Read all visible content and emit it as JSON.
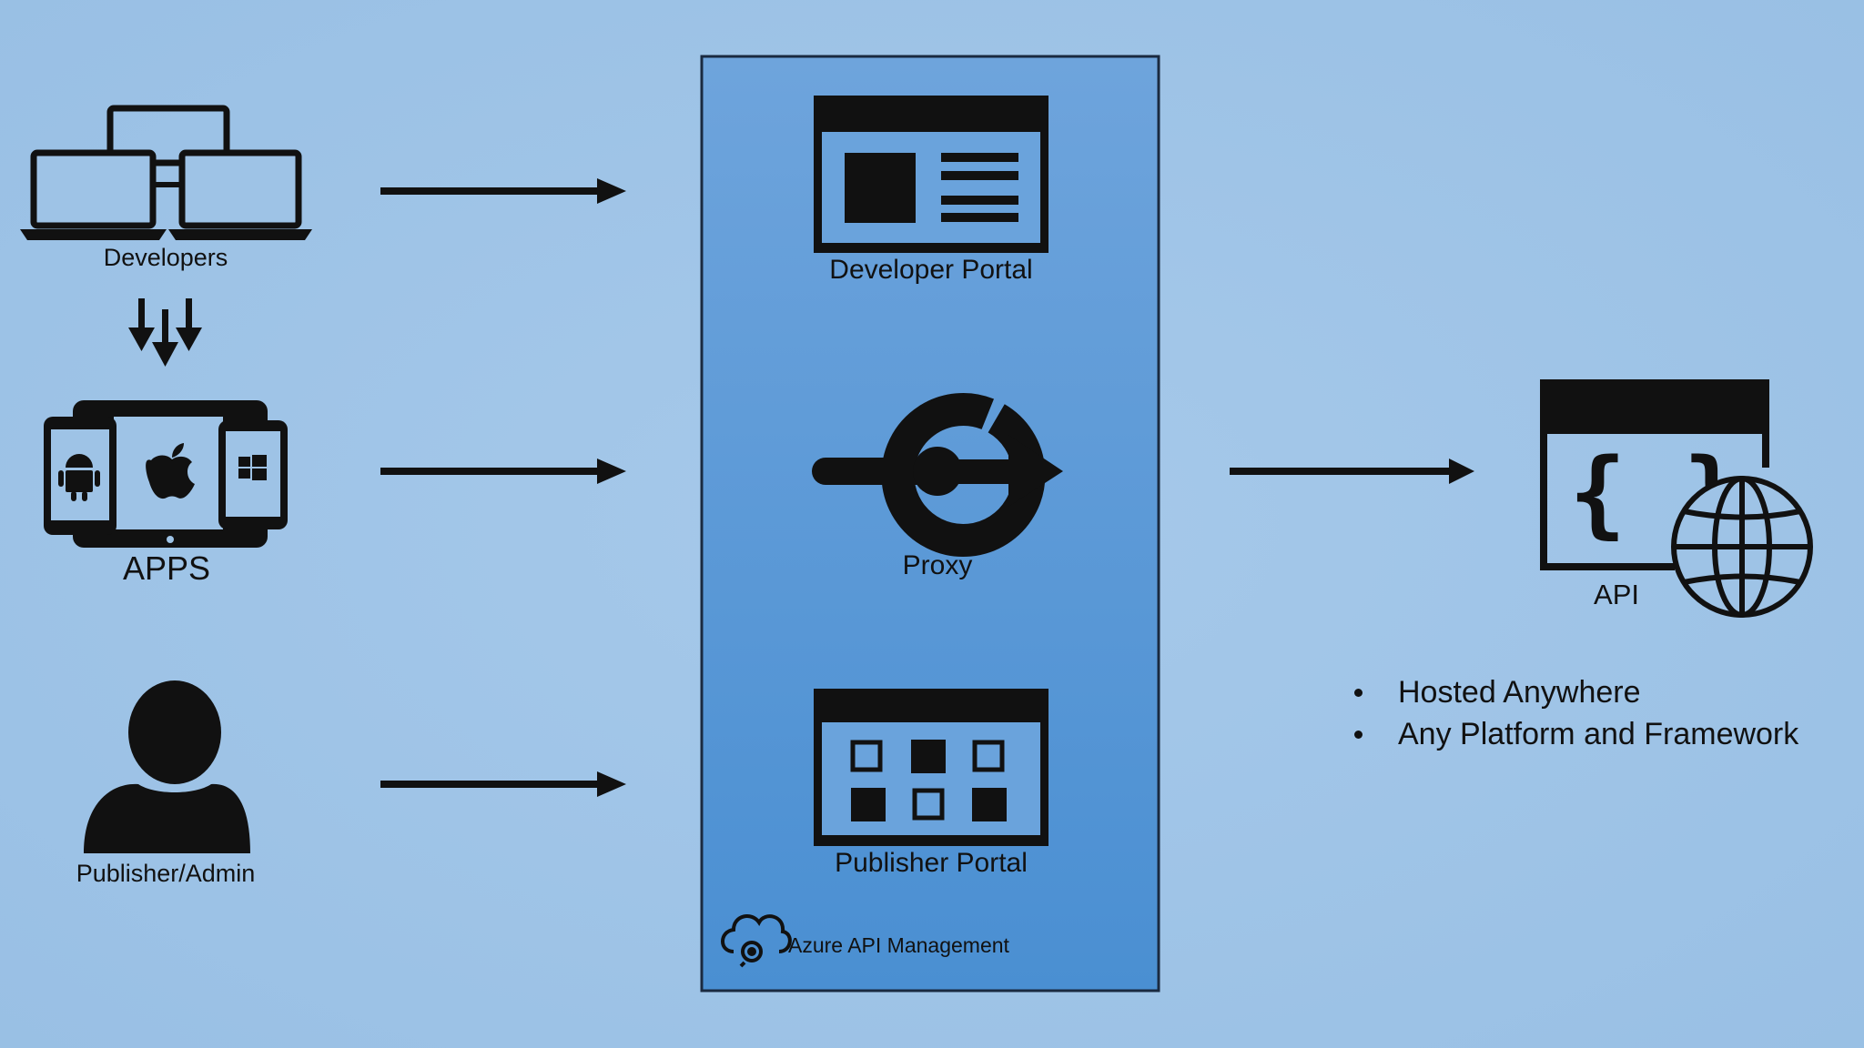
{
  "actors": {
    "developers_label": "Developers",
    "apps_label": "APPS",
    "publisher_label": "Publisher/Admin"
  },
  "apim": {
    "developer_portal_label": "Developer Portal",
    "proxy_label": "Proxy",
    "publisher_portal_label": "Publisher Portal",
    "brand_label": "Azure API Management"
  },
  "backend": {
    "api_label": "API",
    "bullets": [
      "Hosted Anywhere",
      "Any Platform and Framework"
    ]
  },
  "colors": {
    "background": "#9ec3e6",
    "panel_top": "#6ea4dc",
    "panel_bottom": "#4a8fd2",
    "ink": "#111111"
  }
}
